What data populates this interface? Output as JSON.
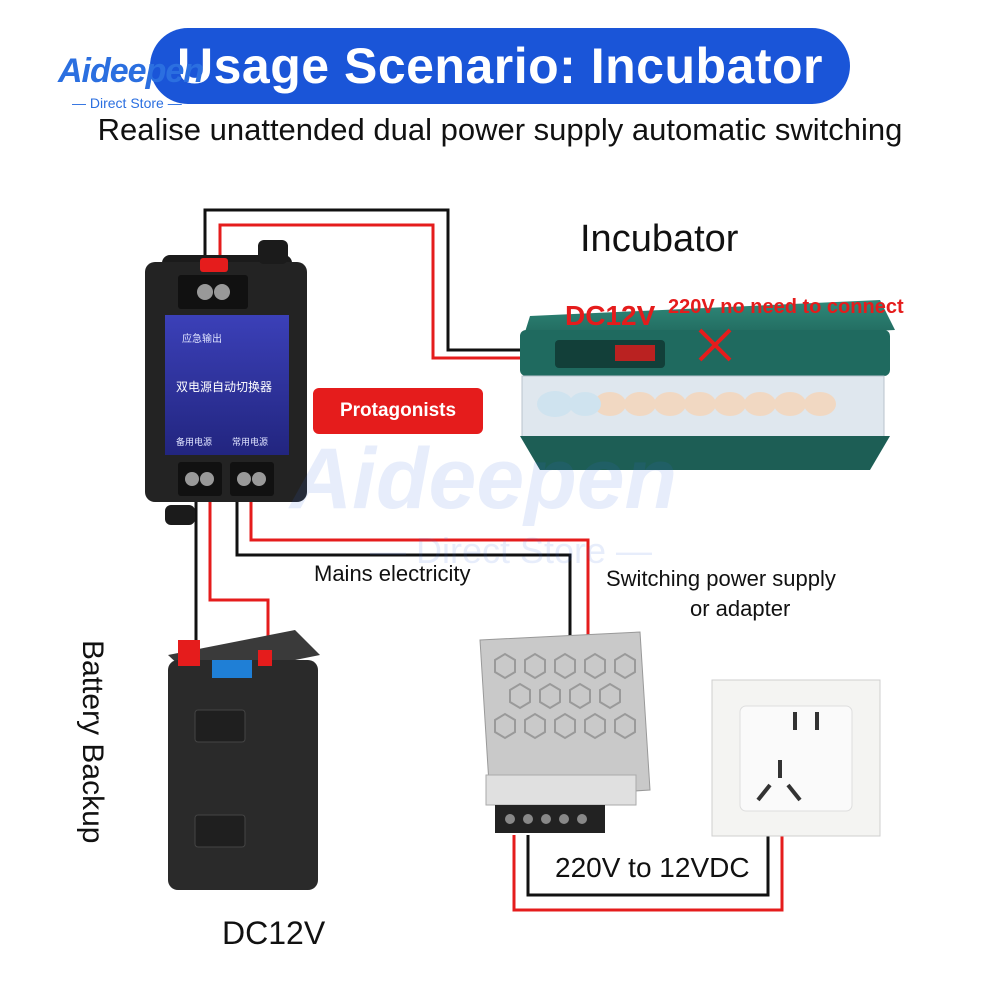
{
  "brand": {
    "name": "Aideepen",
    "sub": "— Direct Store —"
  },
  "title": "Usage Scenario: Incubator",
  "subtitle": "Realise unattended dual power supply automatic switching",
  "labels": {
    "incubator": "Incubator",
    "dc12v_incubator": "DC12V",
    "no_need": "220V no need to connect",
    "protagonists": "Protagonists",
    "mains": "Mains electricity",
    "sps_line1": "Switching power supply",
    "sps_line2": "or adapter",
    "battery": "Battery Backup",
    "dc12v_battery": "DC12V",
    "conversion": "220V to 12VDC"
  },
  "device": {
    "line1": "双电源自动切换器",
    "top_label": "应急输出",
    "bottom_left": "备用电源",
    "bottom_right": "常用电源"
  },
  "colors": {
    "banner": "#1a55d8",
    "red": "#e51c1c",
    "wire_black": "#111111"
  }
}
